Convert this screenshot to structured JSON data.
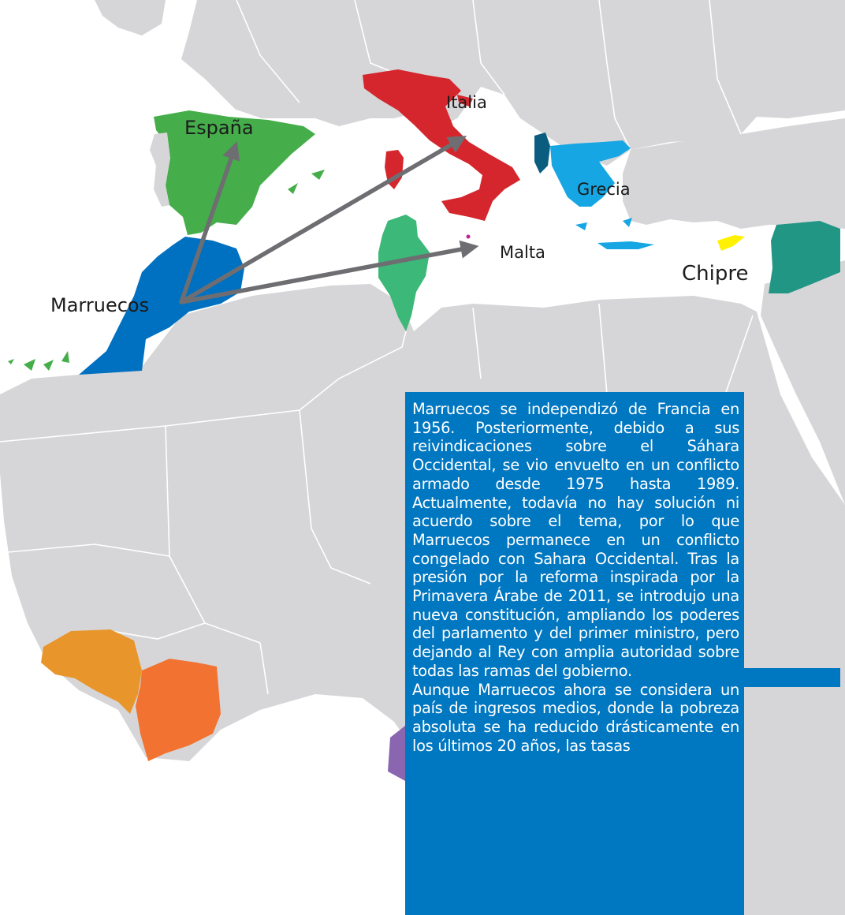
{
  "colors": {
    "ocean": "#ffffff",
    "land": "#d6d6d8",
    "border": "#ffffff",
    "espana": "#45ad4a",
    "italia": "#d4262c",
    "grecia": "#15a6e3",
    "albania": "#0b5d7f",
    "tunez": "#3cb878",
    "marruecos": "#0070c0",
    "siria": "#229685",
    "chipre": "#fff200",
    "malta": "#c2208e",
    "guinea": "#e8962c",
    "costa_de_marfil": "#f27232",
    "gabon": "#8a66b0",
    "arrow": "#6e6e72",
    "info_box": "#0077c1"
  },
  "labels": {
    "espana": "España",
    "italia": "Italia",
    "grecia": "Grecia",
    "malta": "Malta",
    "chipre": "Chipre",
    "marruecos": "Marruecos"
  },
  "arrows": {
    "origin": "Marruecos",
    "targets": [
      "España",
      "Italia",
      "Malta"
    ]
  },
  "info": {
    "paragraph1": "Marruecos se independizó de Francia en 1956. Posteriormente, debido a sus reivindicaciones sobre el Sáhara Occidental, se vio envuelto en un conflicto armado desde 1975 hasta 1989. Actualmente, todavía no hay solución ni acuerdo sobre el tema, por lo que Marruecos permanece en un conflicto congelado con Sahara Occidental. Tras la presión por la reforma inspirada por la Primavera Árabe de 2011, se introdujo una nueva constitución, ampliando los poderes del parlamento y del primer ministro, pero dejando al Rey con amplia autoridad sobre todas las ramas del gobierno.",
    "paragraph2": "Aunque Marruecos ahora se considera un país de ingresos medios, donde la pobreza absoluta se ha reducido drásticamente en los últimos 20 años, las tasas"
  }
}
